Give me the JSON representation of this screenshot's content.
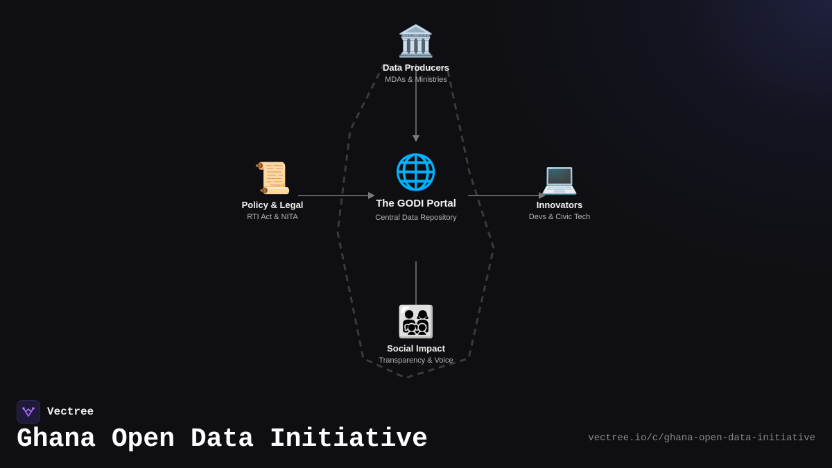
{
  "diagram": {
    "nodes": {
      "producers": {
        "icon": "🏛️",
        "icon_name": "government-building-icon",
        "title": "Data Producers",
        "subtitle": "MDAs & Ministries"
      },
      "policy": {
        "icon": "📜",
        "icon_name": "scroll-icon",
        "title": "Policy & Legal",
        "subtitle": "RTI Act & NITA"
      },
      "portal": {
        "icon": "🌐",
        "icon_name": "globe-icon",
        "title": "The GODI Portal",
        "subtitle": "Central Data Repository"
      },
      "innovators": {
        "icon": "💻",
        "icon_name": "laptop-icon",
        "title": "Innovators",
        "subtitle": "Devs & Civic Tech"
      },
      "impact": {
        "icon": "👨‍👩‍👧‍👦",
        "icon_name": "family-icon",
        "title": "Social Impact",
        "subtitle": "Transparency & Voice"
      }
    }
  },
  "brand": {
    "name": "Vectree",
    "logo_icon": "vectree-logo-icon"
  },
  "title": "Ghana Open Data Initiative",
  "url": "vectree.io/c/ghana-open-data-initiative",
  "colors": {
    "background": "#0f0f13",
    "arrow": "#7a7a7a",
    "dashed_outline": "#3a3a3a",
    "logo_accent": "#a855f7"
  }
}
